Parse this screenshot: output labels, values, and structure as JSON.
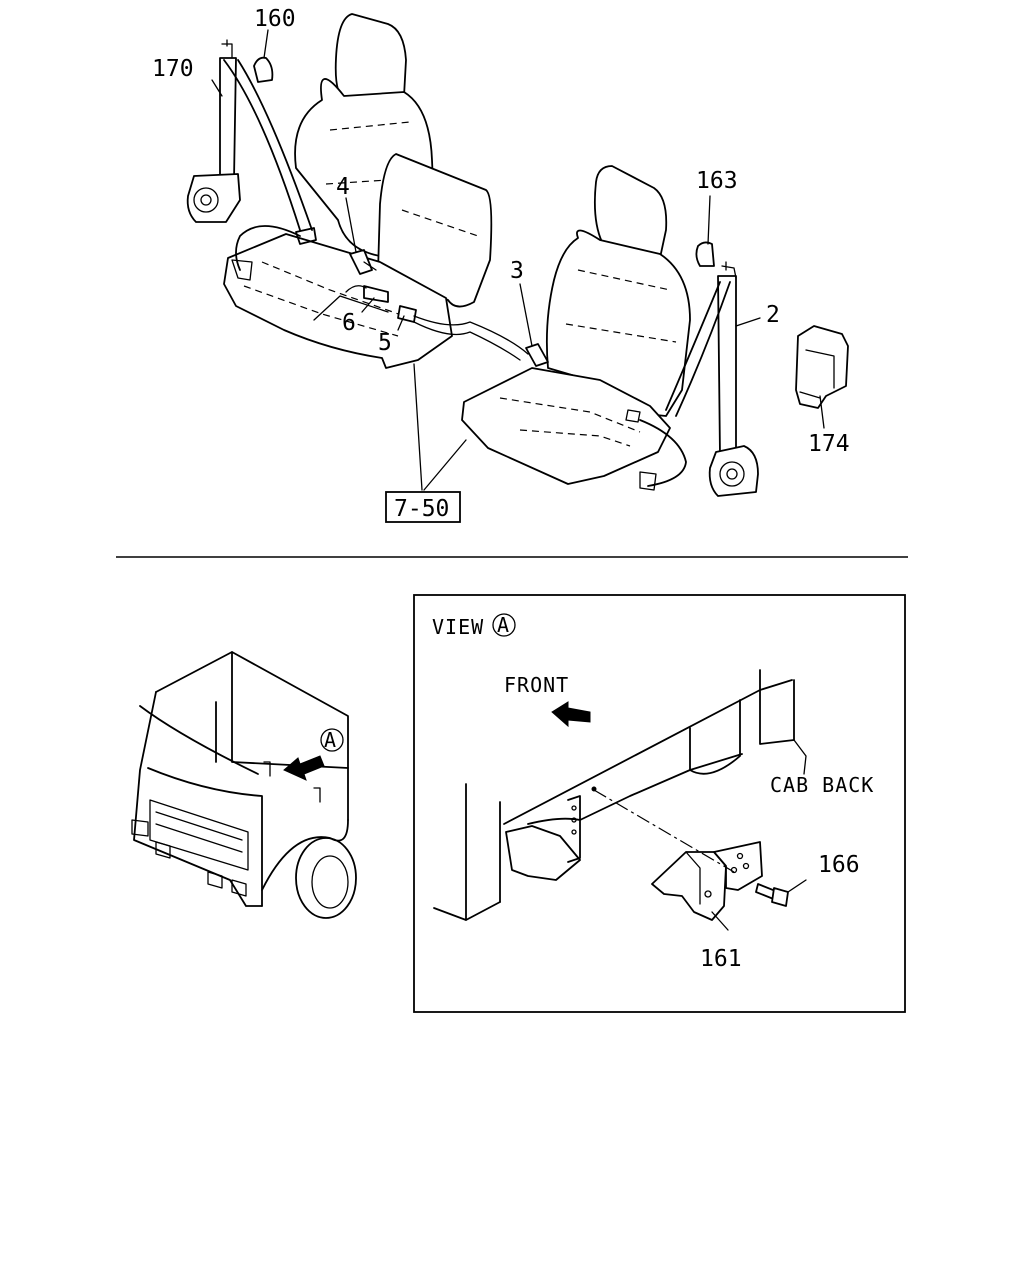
{
  "parts": {
    "p160": "160",
    "p170": "170",
    "p4": "4",
    "p6": "6",
    "p5": "5",
    "p3": "3",
    "p163": "163",
    "p2": "2",
    "p174": "174",
    "ref": "7-50",
    "p166": "166",
    "p161": "161"
  },
  "view": {
    "title": "VIEW",
    "marker": "A",
    "front": "FRONT",
    "cab_back": "CAB BACK"
  },
  "truck": {
    "marker": "A"
  }
}
